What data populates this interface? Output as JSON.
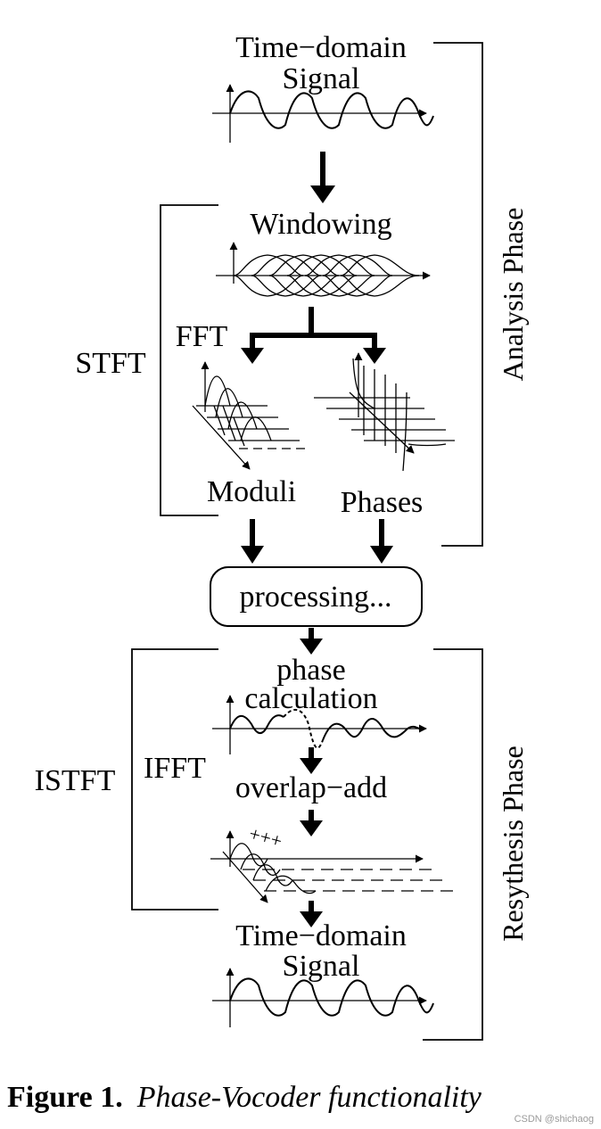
{
  "labels": {
    "top_signal_line1": "Time−domain",
    "top_signal_line2": "Signal",
    "windowing": "Windowing",
    "fft": "FFT",
    "stft": "STFT",
    "moduli": "Moduli",
    "phases": "Phases",
    "processing": "processing...",
    "phase_line1": "phase",
    "phase_line2": "calculation",
    "ifft": "IFFT",
    "istft": "ISTFT",
    "overlap_add": "overlap−add",
    "plus_signs": "+++",
    "bottom_signal_line1": "Time−domain",
    "bottom_signal_line2": "Signal",
    "analysis_phase": "Analysis Phase",
    "resynthesis_phase": "Resythesis Phase"
  },
  "caption": {
    "number": "Figure 1.",
    "title": "Phase-Vocoder functionality"
  },
  "watermark": "CSDN @shichaog"
}
